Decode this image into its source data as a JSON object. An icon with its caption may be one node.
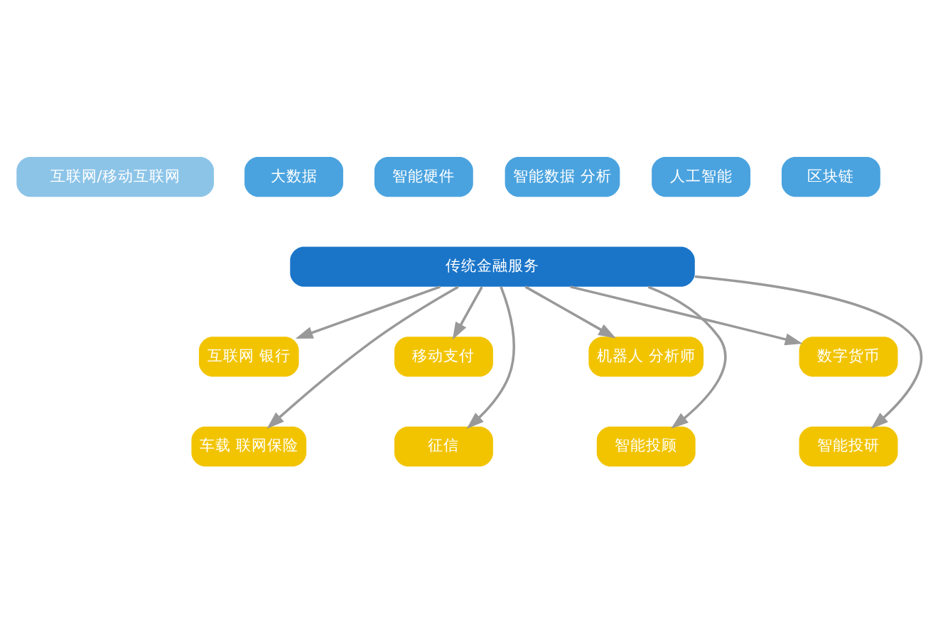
{
  "diagram": {
    "nodes": [
      {
        "text": [
          "互联网/移动互联网"
        ]
      },
      {
        "text": [
          "大数据"
        ]
      },
      {
        "text": [
          "智能硬件"
        ]
      },
      {
        "text": [
          "智能数据 分析"
        ]
      },
      {
        "text": [
          "人工智能"
        ]
      },
      {
        "text": [
          "区块链"
        ]
      },
      {
        "text": [
          "传统金融服务"
        ]
      },
      {
        "text": [
          "互联网 银行"
        ]
      },
      {
        "text": [
          "移动支付"
        ]
      },
      {
        "text": [
          "机器人 分析师"
        ]
      },
      {
        "text": [
          "数字货币"
        ]
      },
      {
        "text": [
          "车载 联网保险"
        ]
      },
      {
        "text": [
          "征信"
        ]
      },
      {
        "text": [
          "智能投顾"
        ]
      },
      {
        "text": [
          "智能投研"
        ]
      }
    ],
    "edges": [
      {
        "from": 6,
        "to": 7,
        "arrow": "to"
      },
      {
        "from": 6,
        "to": 8,
        "arrow": "to"
      },
      {
        "from": 6,
        "to": 9,
        "arrow": "to"
      },
      {
        "from": 6,
        "to": 10,
        "arrow": "to"
      },
      {
        "from": 6,
        "to": 11,
        "arrow": "to"
      },
      {
        "from": 6,
        "to": 12,
        "arrow": "to"
      },
      {
        "from": 6,
        "to": 13,
        "arrow": "to"
      },
      {
        "from": 6,
        "to": 14,
        "arrow": "to"
      }
    ]
  }
}
